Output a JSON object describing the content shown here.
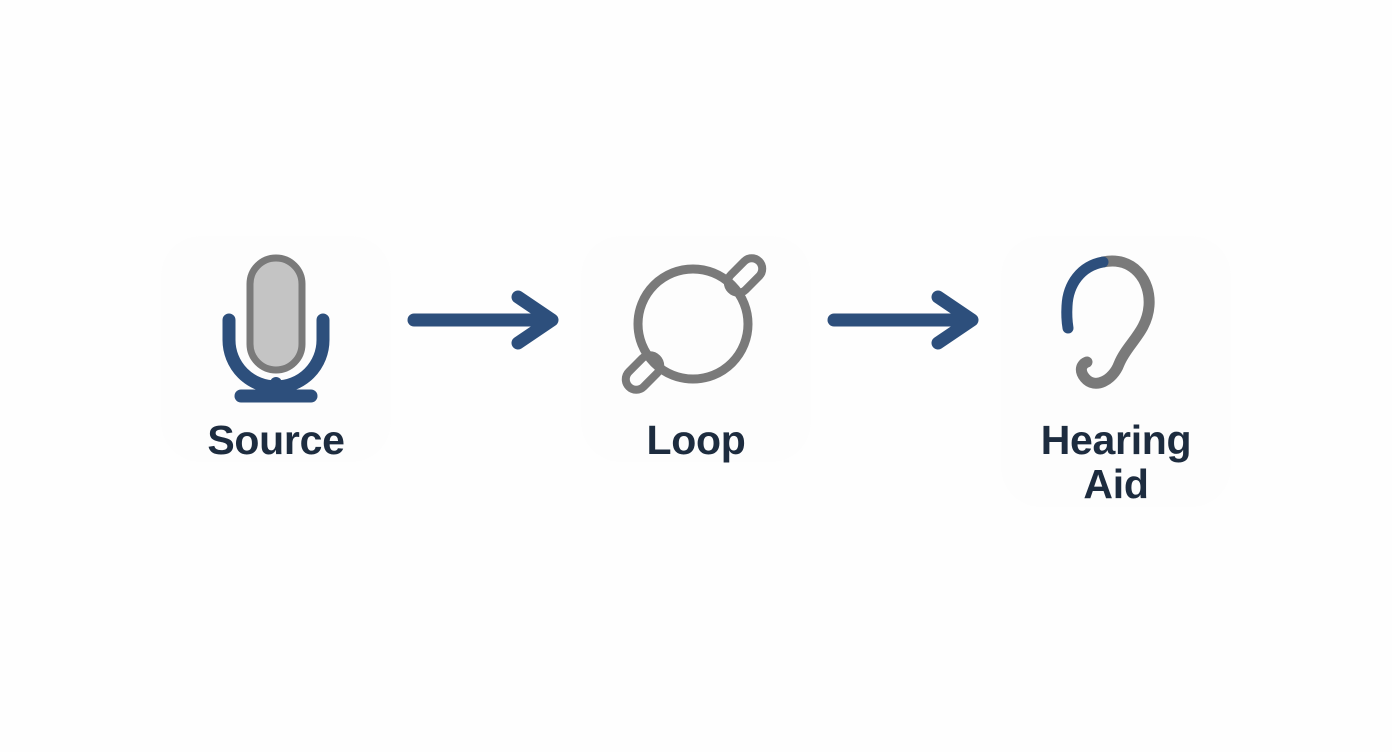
{
  "diagram": {
    "type": "flow",
    "title": "",
    "background_color": "#fefefe",
    "orientation": "horizontal",
    "accent_color": "#2d4f7c",
    "neutral_color": "#7a7a7a",
    "label_color": "#1d2c3f",
    "capsule_fill": "#c4c4c4",
    "nodes": [
      {
        "id": "source",
        "label": "Source",
        "icon": "microphone-icon",
        "icon_colors": {
          "body": "#c4c4c4",
          "body_outline": "#7a7a7a",
          "stand": "#2d4f7c"
        }
      },
      {
        "id": "loop",
        "label": "Loop",
        "icon": "induction-loop-icon",
        "icon_colors": {
          "ring": "#7a7a7a",
          "tabs": "#7a7a7a"
        }
      },
      {
        "id": "hearing-aid",
        "label": "Hearing Aid",
        "icon": "ear-hearing-aid-icon",
        "icon_colors": {
          "ear": "#7a7a7a",
          "device_hook": "#2d4f7c"
        }
      }
    ],
    "connectors": [
      {
        "id": "source-to-loop",
        "from": "source",
        "to": "loop",
        "icon": "arrow-right-icon",
        "color": "#2d4f7c"
      },
      {
        "id": "loop-to-hearing-aid",
        "from": "loop",
        "to": "hearing-aid",
        "icon": "arrow-right-icon",
        "color": "#2d4f7c"
      }
    ]
  }
}
